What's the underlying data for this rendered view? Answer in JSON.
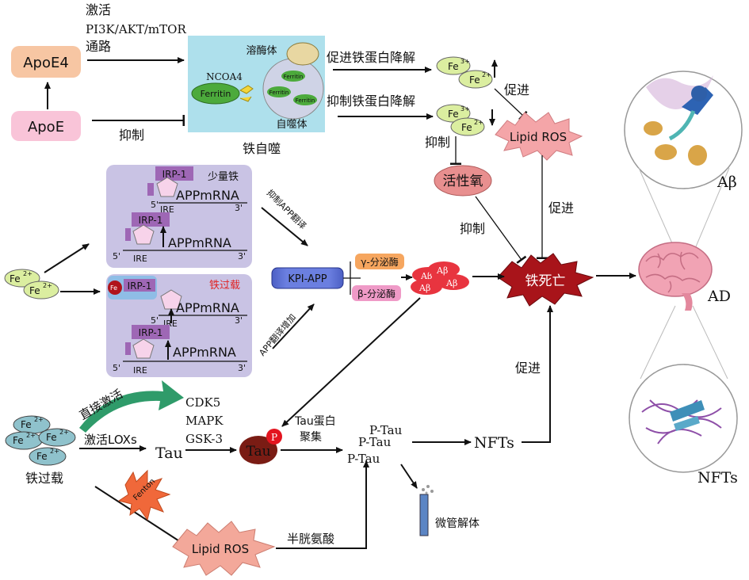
{
  "apoe4": "ApoE4",
  "apoe": "ApoE",
  "activate_pathway": [
    "激活",
    "PI3K/AKT/mTOR",
    "通路"
  ],
  "inhibit": "抑制",
  "ferritinophagy": {
    "title": "铁自噬",
    "lysosome": "溶酶体",
    "ncoa4": "NCOA4",
    "ferritin": "Ferritin",
    "autophagosome": "自噬体"
  },
  "promote_degradation": "促进铁蛋白降解",
  "inhibit_degradation": "抑制铁蛋白降解",
  "fe3": "Fe",
  "fe3_sup": "3+",
  "fe2": "Fe",
  "fe2_sup": "2+",
  "promote": "促进",
  "lipid_ros": "Lipid ROS",
  "ros": "活性氧",
  "ferroptosis": "铁死亡",
  "ad": "AD",
  "abeta": "Aβ",
  "nfts_label": "NFTs",
  "low_iron_box": {
    "label": "少量铁",
    "irp1": "IRP-1",
    "appmrna": "APPmRNA",
    "ire": "IRE",
    "five": "5'",
    "three": "3'"
  },
  "overload_box": {
    "label": "铁过载",
    "irp1": "IRP-1",
    "fe_small": "Fe",
    "appmrna": "APPmRNA",
    "ire": "IRE",
    "five": "5'",
    "three": "3'"
  },
  "inhibit_app_translation": "抑制APP翻译",
  "app_translation_increase": "APP翻译增加",
  "kpi_app": "KPI-APP",
  "gamma_secretase": "γ-分泌酶",
  "beta_secretase": "β-分泌酶",
  "iron_overload": "铁过载",
  "direct_activate": "直接激活",
  "kinases": [
    "CDK5",
    "MAPK",
    "GSK-3"
  ],
  "activate_loxs": "激活LOXs",
  "tau": "Tau",
  "p": "P",
  "tau_aggregation": [
    "Tau蛋白",
    "聚集"
  ],
  "ptau": "P-Tau",
  "nfts": "NFTs",
  "microtubule": "微管解体",
  "fenton": "Fenton",
  "cysteine": "半胱氨酸"
}
